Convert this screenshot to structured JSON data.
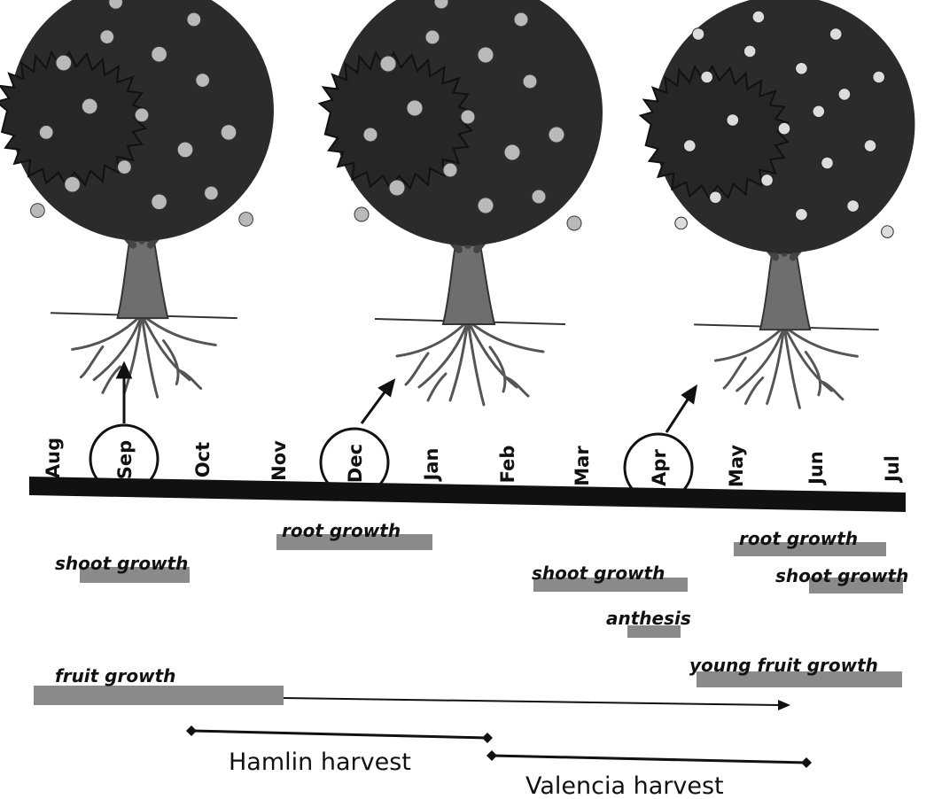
{
  "timeline": {
    "months": [
      "Aug",
      "Sep",
      "Oct",
      "Nov",
      "Dec",
      "Jan",
      "Feb",
      "Mar",
      "Apr",
      "May",
      "Jun",
      "Jul"
    ],
    "highlighted_months": [
      "Sep",
      "Dec",
      "Apr"
    ]
  },
  "trees": [
    {
      "month": "Sep",
      "content": "fruit"
    },
    {
      "month": "Dec",
      "content": "fruit"
    },
    {
      "month": "Apr",
      "content": "flowers"
    }
  ],
  "phases": [
    {
      "id": "root-growth-1",
      "label": "root growth"
    },
    {
      "id": "shoot-growth-1",
      "label": "shoot growth"
    },
    {
      "id": "shoot-growth-2",
      "label": "shoot growth"
    },
    {
      "id": "anthesis",
      "label": "anthesis"
    },
    {
      "id": "root-growth-2",
      "label": "root growth"
    },
    {
      "id": "shoot-growth-3",
      "label": "shoot growth"
    },
    {
      "id": "fruit-growth",
      "label": "fruit growth"
    },
    {
      "id": "young-fruit-growth",
      "label": "young fruit growth"
    }
  ],
  "harvests": [
    {
      "id": "hamlin",
      "label": "Hamlin harvest"
    },
    {
      "id": "valencia",
      "label": "Valencia harvest"
    }
  ],
  "colors": {
    "bar": "#8a8a8a",
    "timeline": "#111111",
    "canopy": "#2b2b2b",
    "trunk": "#6a6a6a"
  }
}
